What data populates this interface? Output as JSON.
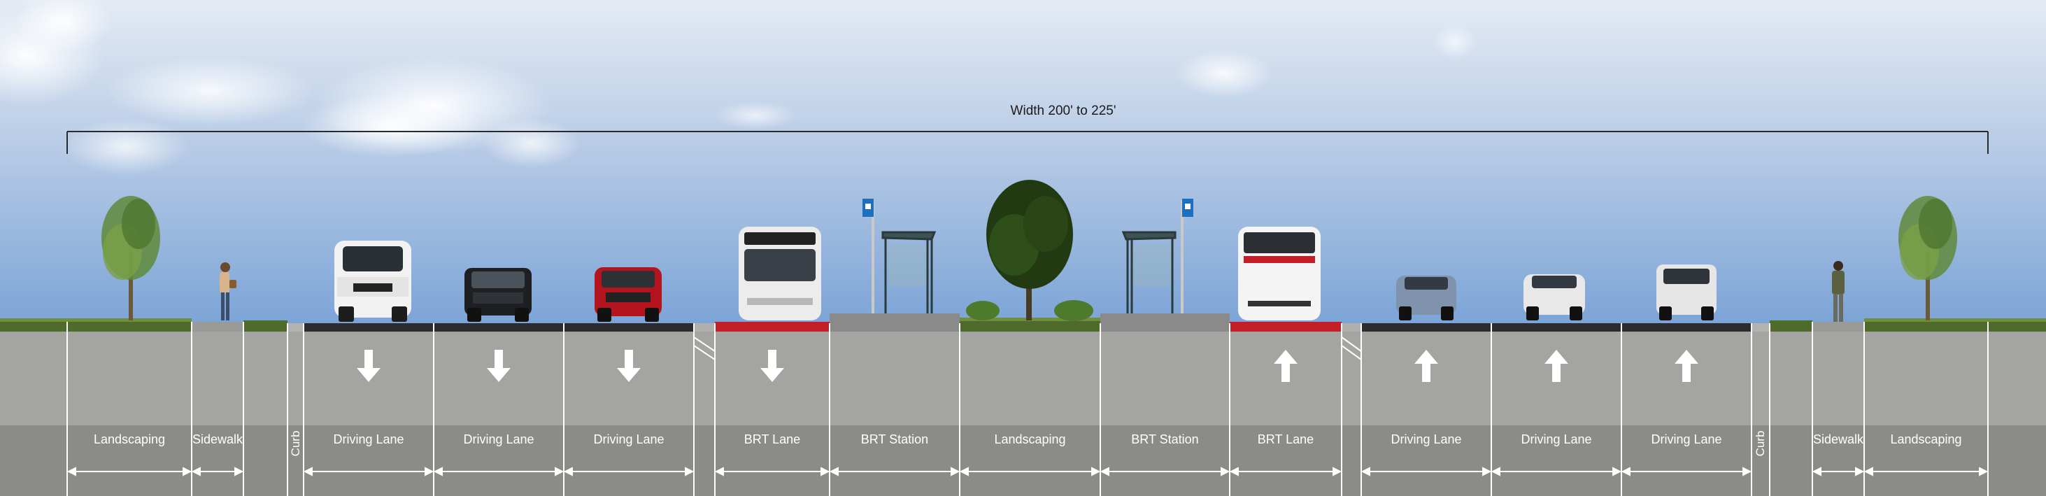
{
  "dimension": {
    "label": "Width 200' to 225'"
  },
  "segments": [
    {
      "label": "Landscaping",
      "from": 96,
      "to": 274,
      "kind": "landscape",
      "vertical": false,
      "arrow": "none"
    },
    {
      "label": "Sidewalk",
      "from": 274,
      "to": 348,
      "kind": "sidewalk",
      "vertical": false,
      "arrow": "none"
    },
    {
      "label": "Curb",
      "from": 411,
      "to": 434,
      "kind": "curb",
      "vertical": true,
      "arrow": "none"
    },
    {
      "label": "Driving Lane",
      "from": 434,
      "to": 620,
      "kind": "road",
      "vertical": false,
      "arrow": "down"
    },
    {
      "label": "Driving Lane",
      "from": 620,
      "to": 806,
      "kind": "road",
      "vertical": false,
      "arrow": "down"
    },
    {
      "label": "Driving Lane",
      "from": 806,
      "to": 992,
      "kind": "road",
      "vertical": false,
      "arrow": "down"
    },
    {
      "label": "BRT Lane",
      "from": 1022,
      "to": 1186,
      "kind": "brt",
      "vertical": false,
      "arrow": "down"
    },
    {
      "label": "BRT Station",
      "from": 1186,
      "to": 1372,
      "kind": "station",
      "vertical": false,
      "arrow": "none"
    },
    {
      "label": "Landscaping",
      "from": 1372,
      "to": 1573,
      "kind": "median",
      "vertical": false,
      "arrow": "none"
    },
    {
      "label": "BRT Station",
      "from": 1573,
      "to": 1758,
      "kind": "station",
      "vertical": false,
      "arrow": "none"
    },
    {
      "label": "BRT Lane",
      "from": 1758,
      "to": 1918,
      "kind": "brt",
      "vertical": false,
      "arrow": "up"
    },
    {
      "label": "Driving Lane",
      "from": 1946,
      "to": 2132,
      "kind": "road",
      "vertical": false,
      "arrow": "up"
    },
    {
      "label": "Driving Lane",
      "from": 2132,
      "to": 2318,
      "kind": "road",
      "vertical": false,
      "arrow": "up"
    },
    {
      "label": "Driving Lane",
      "from": 2318,
      "to": 2504,
      "kind": "road",
      "vertical": false,
      "arrow": "up"
    },
    {
      "label": "Curb",
      "from": 2504,
      "to": 2530,
      "kind": "curb",
      "vertical": true,
      "arrow": "none"
    },
    {
      "label": "Sidewalk",
      "from": 2591,
      "to": 2665,
      "kind": "sidewalk",
      "vertical": false,
      "arrow": "none"
    },
    {
      "label": "Landscaping",
      "from": 2665,
      "to": 2842,
      "kind": "landscape",
      "vertical": false,
      "arrow": "none"
    }
  ],
  "colors": {
    "sky_top": "#dfe7f2",
    "sky_bottom": "#7fa6d6",
    "ground": "#a3a3a0",
    "ground_band": "#8a8a86",
    "asphalt": "#2c2c30",
    "brt_red": "#c8202a",
    "grass": "#4f6b2a",
    "station_concrete": "#8b8b8b",
    "bus_stop_sign": "#1f6fc1"
  }
}
